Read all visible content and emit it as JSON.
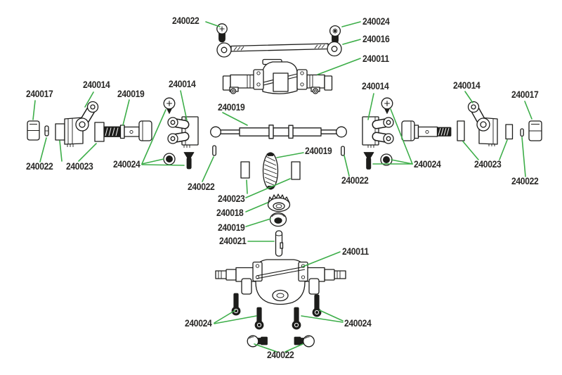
{
  "figure": {
    "type": "exploded-parts-diagram",
    "background": "#ffffff"
  },
  "colors": {
    "leader_green": "#3dae49",
    "line_art": "#1d1d1b",
    "label_text": "#2a2927"
  },
  "labels": [
    {
      "text": "240022",
      "points_to": "button-head-screw-front"
    },
    {
      "text": "240024",
      "points_to": "phillips-screw-front"
    },
    {
      "text": "240016",
      "points_to": "steering-link"
    },
    {
      "text": "240011",
      "points_to": "axle-housing-front"
    },
    {
      "text": "240017",
      "points_to": "wheel-hex-left"
    },
    {
      "text": "240014",
      "points_to": "steering-knuckle-left"
    },
    {
      "text": "240019",
      "points_to": "stub-axle-left"
    },
    {
      "text": "240014",
      "points_to": "drive-yoke-left"
    },
    {
      "text": "240019",
      "points_to": "center-driveshaft"
    },
    {
      "text": "240014",
      "points_to": "drive-yoke-right"
    },
    {
      "text": "240014",
      "points_to": "steering-knuckle-right"
    },
    {
      "text": "240017",
      "points_to": "wheel-hex-right"
    },
    {
      "text": "240022",
      "points_to": "hinge-pin-left"
    },
    {
      "text": "240023",
      "points_to": "bearings-left"
    },
    {
      "text": "240024",
      "points_to": "screw-set-left"
    },
    {
      "text": "240022",
      "points_to": "hinge-pin-center-left"
    },
    {
      "text": "240023",
      "points_to": "bearings-center"
    },
    {
      "text": "240019",
      "points_to": "crown-gear"
    },
    {
      "text": "240022",
      "points_to": "hinge-pin-center-right"
    },
    {
      "text": "240024",
      "points_to": "screw-set-right"
    },
    {
      "text": "240023",
      "points_to": "bearings-right"
    },
    {
      "text": "240022",
      "points_to": "hinge-pin-right"
    },
    {
      "text": "240018",
      "points_to": "bevel-pinion-gear"
    },
    {
      "text": "240019",
      "points_to": "round-bearing"
    },
    {
      "text": "240021",
      "points_to": "diff-shaft"
    },
    {
      "text": "240011",
      "points_to": "axle-housing-rear"
    },
    {
      "text": "240024",
      "points_to": "housing-screws-left"
    },
    {
      "text": "240024",
      "points_to": "housing-screws-right"
    },
    {
      "text": "240022",
      "points_to": "ball-studs"
    }
  ]
}
